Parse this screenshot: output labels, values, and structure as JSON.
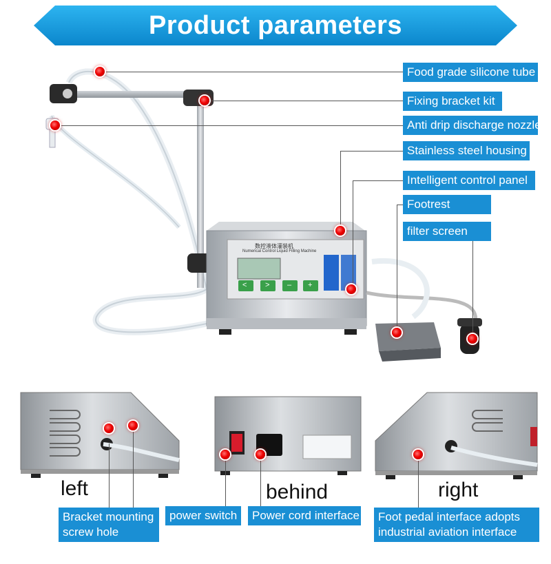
{
  "header": {
    "title": "Product parameters"
  },
  "main_callouts": [
    "Food grade silicone tube",
    "Fixing bracket kit",
    "Anti drip discharge nozzle",
    "Stainless steel housing",
    "Intelligent control panel",
    "Footrest",
    "filter screen"
  ],
  "panel": {
    "title_cn": "数控液体灌装机",
    "title_en": "Numerical Control Liquid Filling Machine",
    "buttons": [
      "<",
      ">",
      "–",
      "+"
    ]
  },
  "views": {
    "left": "left",
    "behind": "behind",
    "right": "right"
  },
  "bottom_callouts": {
    "bracket_hole": [
      "Bracket mounting",
      "screw hole"
    ],
    "power_switch": "power switch",
    "power_cord": "Power cord interface",
    "foot_pedal": [
      "Foot pedal interface adopts",
      "industrial aviation interface"
    ]
  },
  "colors": {
    "accent": "#1a8fd4",
    "banner": "#1aa0e0",
    "marker": "#e00000"
  }
}
